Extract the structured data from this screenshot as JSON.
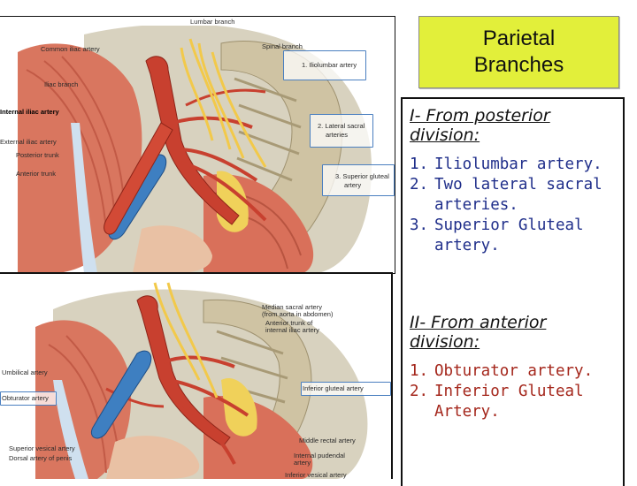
{
  "title": {
    "line1": "Parietal",
    "line2": "Branches"
  },
  "posterior": {
    "heading_line1": "I- From posterior",
    "heading_line2": "division:",
    "items": [
      {
        "num": "1.",
        "line1": "Iliolumbar artery.",
        "line2": ""
      },
      {
        "num": "2.",
        "line1": "Two lateral sacral",
        "line2": "arteries."
      },
      {
        "num": "3.",
        "line1": "Superior Gluteal",
        "line2": "artery."
      }
    ]
  },
  "anterior": {
    "heading_line1": "II- From anterior",
    "heading_line2": "division:",
    "items": [
      {
        "num": "1.",
        "line1": "Obturator artery.",
        "line2": ""
      },
      {
        "num": "2.",
        "line1": "Inferior Gluteal",
        "line2": "Artery."
      }
    ]
  },
  "figure_top": {
    "labels": {
      "lumbar_branch": "Lumbar branch",
      "common_iliac": "Common iliac artery",
      "spinal_branch": "Spinal branch",
      "iliac_branch": "Iliac branch",
      "internal_iliac": "Internal iliac artery",
      "external_iliac": "External iliac artery",
      "posterior_trunk": "Posterior trunk",
      "anterior_trunk": "Anterior trunk",
      "iliolumbar": "1. Iliolumbar artery",
      "lateral_sacral_1": "2. Lateral sacral",
      "lateral_sacral_2": "arteries",
      "superior_gluteal_1": "3. Superior gluteal",
      "superior_gluteal_2": "artery"
    }
  },
  "figure_bottom": {
    "labels": {
      "median_sacral_1": "Median sacral artery",
      "median_sacral_2": "(from aorta in abdomen)",
      "anterior_trunk_1": "Anterior trunk of",
      "anterior_trunk_2": "internal iliac artery",
      "umbilical": "Umbilical artery",
      "obturator": "Obturator artery",
      "inferior_gluteal": "Inferior gluteal artery",
      "middle_rectal": "Middle rectal artery",
      "superior_vesical": "Superior vesical artery",
      "dorsal_penis": "Dorsal artery of penis",
      "internal_pudendal_1": "Internal pudendal",
      "internal_pudendal_2": "artery",
      "inferior_vesical": "Inferior vesical artery"
    }
  },
  "colors": {
    "title_bg": "#e2ef3a",
    "posterior_text": "#1f2e8a",
    "anterior_text": "#a4261b",
    "label_box": "#4a7fc0"
  }
}
